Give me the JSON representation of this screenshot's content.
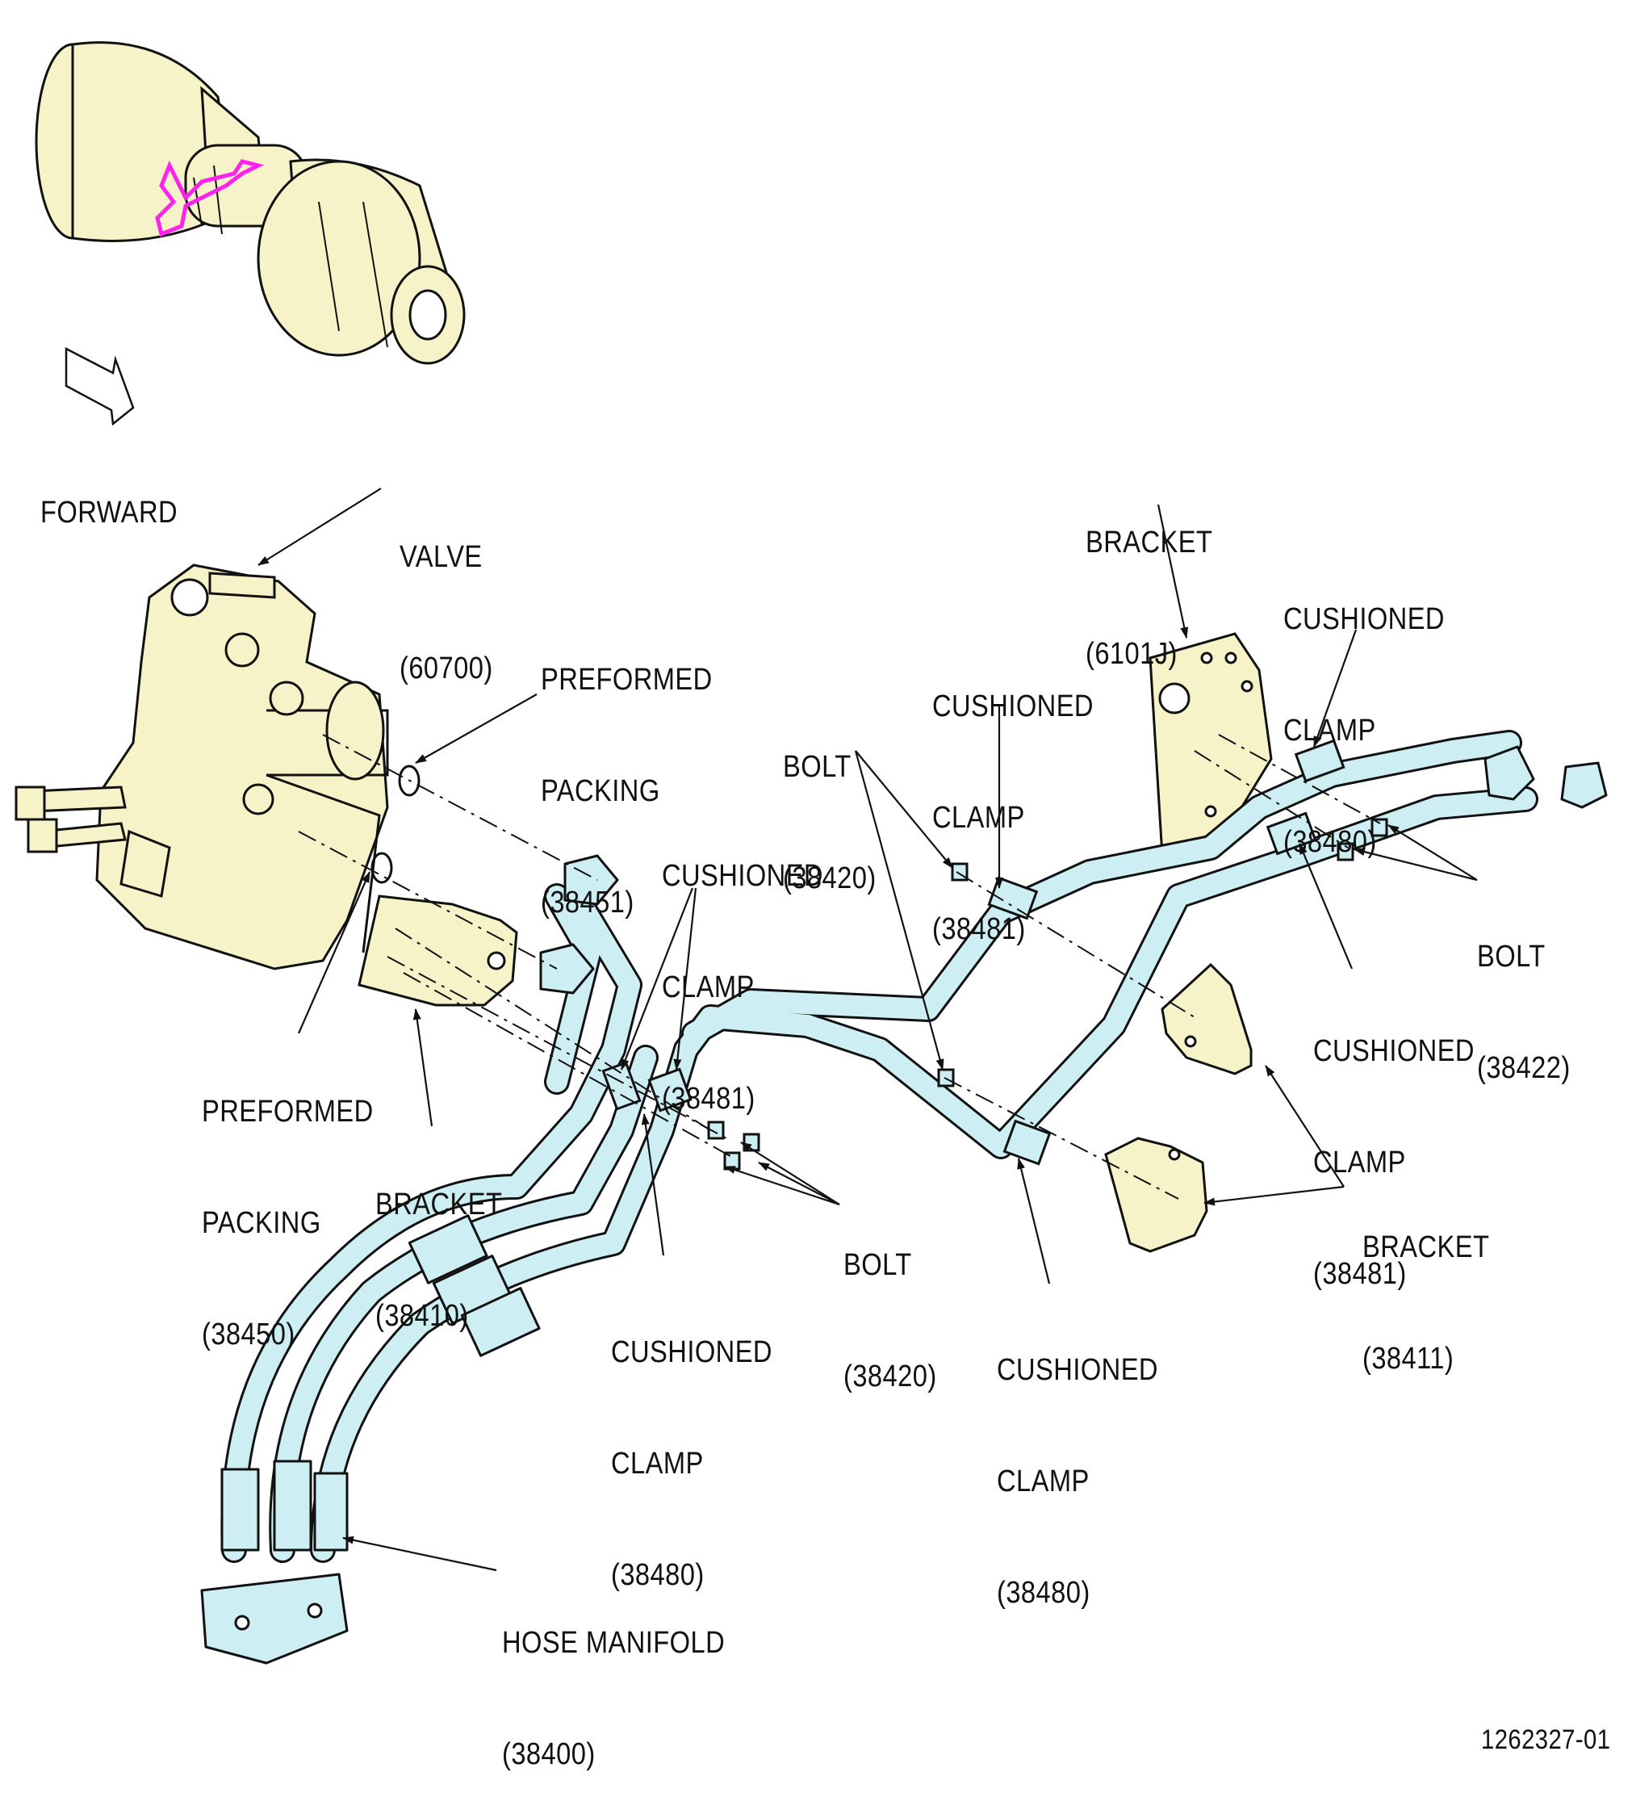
{
  "colors": {
    "part_fill": "#f7f3c8",
    "hose_fill": "#cdeef2",
    "highlight": "#ff22ee",
    "outline": "#111111"
  },
  "orientation": {
    "label": "FORWARD",
    "icon": "forward-arrow-icon"
  },
  "labels": {
    "valve": {
      "name": "VALVE",
      "part": "(60700)"
    },
    "packing_38451": {
      "l1": "PREFORMED",
      "l2": "PACKING",
      "part": "(38451)"
    },
    "packing_38450": {
      "l1": "PREFORMED",
      "l2": "PACKING",
      "part": "(38450)"
    },
    "bracket_38410": {
      "name": "BRACKET",
      "part": "(38410)"
    },
    "clamp_38481_a": {
      "l1": "CUSHIONED",
      "l2": "CLAMP",
      "part": "(38481)"
    },
    "bolt_38420_top": {
      "name": "BOLT",
      "part": "(38420)"
    },
    "clamp_38481_top": {
      "l1": "CUSHIONED",
      "l2": "CLAMP",
      "part": "(38481)"
    },
    "bracket_6101j": {
      "name": "BRACKET",
      "part": "(6101J)"
    },
    "clamp_38480_top": {
      "l1": "CUSHIONED",
      "l2": "CLAMP",
      "part": "(38480)"
    },
    "bolt_38422": {
      "name": "BOLT",
      "part": "(38422)"
    },
    "clamp_38481_right": {
      "l1": "CUSHIONED",
      "l2": "CLAMP",
      "part": "(38481)"
    },
    "bracket_38411": {
      "name": "BRACKET",
      "part": "(38411)"
    },
    "bolt_38420_bottom": {
      "name": "BOLT",
      "part": "(38420)"
    },
    "clamp_38480_mid": {
      "l1": "CUSHIONED",
      "l2": "CLAMP",
      "part": "(38480)"
    },
    "clamp_38480_bottom": {
      "l1": "CUSHIONED",
      "l2": "CLAMP",
      "part": "(38480)"
    },
    "hose_manifold": {
      "name": "HOSE MANIFOLD",
      "part": "(38400)"
    }
  },
  "figure_number": "1262327-01"
}
